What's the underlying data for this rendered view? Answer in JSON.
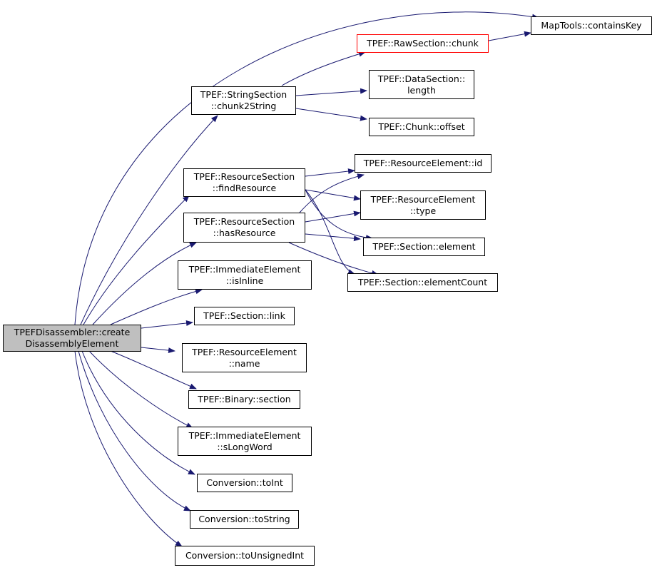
{
  "colors": {
    "edge": "#191970",
    "highlight_border": "#ff0000",
    "root_fill": "#bfbfbf"
  },
  "nodes": {
    "root": {
      "l1": "TPEFDisassembler::create",
      "l2": "DisassemblyElement"
    },
    "contains_key": {
      "l1": "MapTools::containsKey"
    },
    "raw_chunk": {
      "l1": "TPEF::RawSection::chunk"
    },
    "chunk2string": {
      "l1": "TPEF::StringSection",
      "l2": "::chunk2String"
    },
    "data_length": {
      "l1": "TPEF::DataSection::",
      "l2": "length"
    },
    "chunk_offset": {
      "l1": "TPEF::Chunk::offset"
    },
    "find_resource": {
      "l1": "TPEF::ResourceSection",
      "l2": "::findResource"
    },
    "has_resource": {
      "l1": "TPEF::ResourceSection",
      "l2": "::hasResource"
    },
    "res_id": {
      "l1": "TPEF::ResourceElement::id"
    },
    "res_type": {
      "l1": "TPEF::ResourceElement",
      "l2": "::type"
    },
    "sec_element": {
      "l1": "TPEF::Section::element"
    },
    "sec_element_count": {
      "l1": "TPEF::Section::elementCount"
    },
    "imm_is_inline": {
      "l1": "TPEF::ImmediateElement",
      "l2": "::isInline"
    },
    "sec_link": {
      "l1": "TPEF::Section::link"
    },
    "res_name": {
      "l1": "TPEF::ResourceElement",
      "l2": "::name"
    },
    "bin_section": {
      "l1": "TPEF::Binary::section"
    },
    "imm_slongword": {
      "l1": "TPEF::ImmediateElement",
      "l2": "::sLongWord"
    },
    "to_int": {
      "l1": "Conversion::toInt"
    },
    "to_string": {
      "l1": "Conversion::toString"
    },
    "to_unsigned_int": {
      "l1": "Conversion::toUnsignedInt"
    }
  }
}
